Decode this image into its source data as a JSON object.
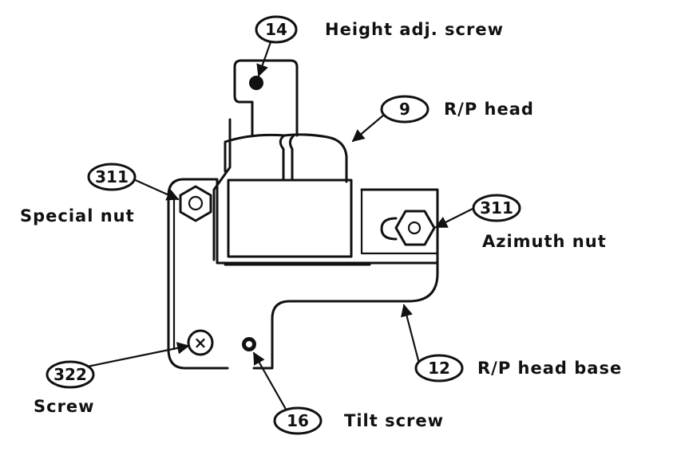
{
  "callouts": {
    "height_adj_screw": {
      "number": "14",
      "label": "Height adj. screw"
    },
    "rp_head": {
      "number": "9",
      "label": "R/P head"
    },
    "special_nut": {
      "number": "311",
      "label": "Special nut"
    },
    "azimuth_nut": {
      "number": "311",
      "label": "Azimuth nut"
    },
    "rp_head_base": {
      "number": "12",
      "label": "R/P head base"
    },
    "screw": {
      "number": "322",
      "label": "Screw"
    },
    "tilt_screw": {
      "number": "16",
      "label": "Tilt screw"
    }
  },
  "colors": {
    "ink": "#111111",
    "background": "#ffffff"
  }
}
